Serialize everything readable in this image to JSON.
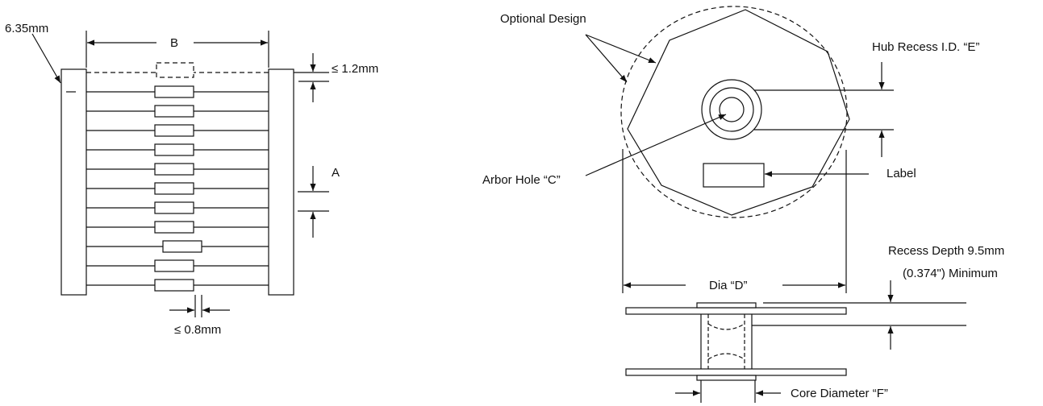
{
  "diagram": {
    "tape_reel_drawing": {
      "labels": {
        "tape_width": "6.35mm",
        "dimension_b": "B",
        "pitch_max": "≤ 1.2mm",
        "dimension_a": "A",
        "lead_offset_max": "≤ 0.8mm"
      }
    },
    "reel_drawing": {
      "labels": {
        "optional_design": "Optional Design",
        "hub_recess_id": "Hub Recess I.D. “E”",
        "arbor_hole": "Arbor Hole “C”",
        "label": "Label",
        "recess_depth_line1": "Recess Depth 9.5mm",
        "recess_depth_line2": "(0.374\") Minimum",
        "diameter": "Dia “D”",
        "core_diameter": "Core Diameter “F”"
      }
    },
    "colors": {
      "line": "#111111",
      "background": "#ffffff"
    }
  }
}
